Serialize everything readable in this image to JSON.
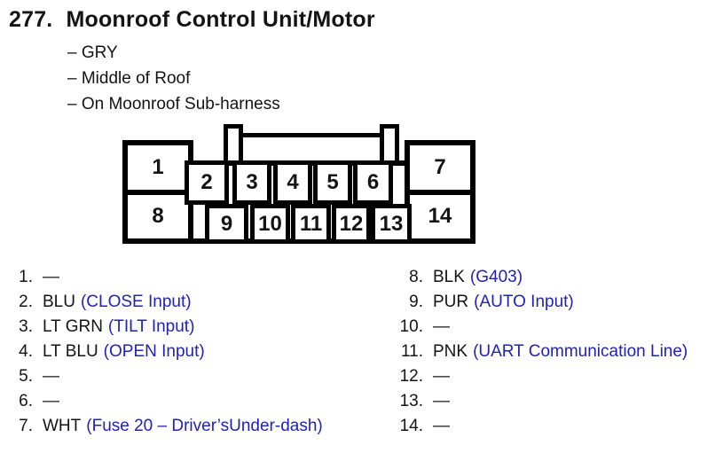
{
  "header": {
    "number": "277.",
    "title": "Moonroof Control Unit/Motor"
  },
  "attributes": [
    "– GRY",
    "– Middle of Roof",
    "– On Moonroof Sub-harness"
  ],
  "connector": {
    "pin_labels": [
      "1",
      "2",
      "3",
      "4",
      "5",
      "6",
      "7",
      "8",
      "9",
      "10",
      "11",
      "12",
      "13",
      "14"
    ]
  },
  "pins": {
    "left": [
      {
        "num": "1.",
        "wire": "—",
        "note": ""
      },
      {
        "num": "2.",
        "wire": "BLU",
        "note": "(CLOSE Input)"
      },
      {
        "num": "3.",
        "wire": "LT GRN",
        "note": "(TILT Input)"
      },
      {
        "num": "4.",
        "wire": "LT BLU",
        "note": "(OPEN Input)"
      },
      {
        "num": "5.",
        "wire": "—",
        "note": ""
      },
      {
        "num": "6.",
        "wire": "—",
        "note": ""
      },
      {
        "num": "7.",
        "wire": "WHT",
        "note": "(Fuse 20 – Driver’sUnder-dash)"
      }
    ],
    "right": [
      {
        "num": "8.",
        "wire": "BLK",
        "note": "(G403)"
      },
      {
        "num": "9.",
        "wire": "PUR",
        "note": "(AUTO Input)"
      },
      {
        "num": "10.",
        "wire": "—",
        "note": ""
      },
      {
        "num": "11.",
        "wire": "PNK",
        "note": "(UART Communication Line)"
      },
      {
        "num": "12.",
        "wire": "—",
        "note": ""
      },
      {
        "num": "13.",
        "wire": "—",
        "note": ""
      },
      {
        "num": "14.",
        "wire": "—",
        "note": ""
      }
    ]
  },
  "colors": {
    "note_blue": "#2222b2",
    "text": "#141414",
    "line": "#000000",
    "background": "#ffffff"
  }
}
